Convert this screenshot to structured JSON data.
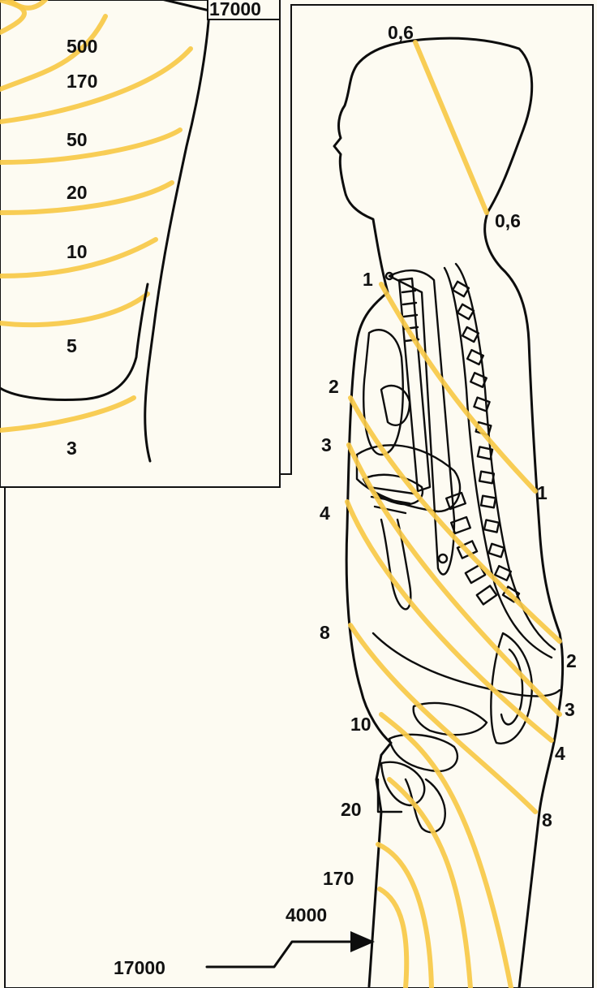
{
  "inset": {
    "isodose_labels": [
      "17000",
      "500",
      "170",
      "50",
      "20",
      "10",
      "5",
      "3"
    ]
  },
  "main": {
    "left_labels": [
      "0,6",
      "1",
      "2",
      "3",
      "4",
      "8",
      "10",
      "20",
      "170",
      "4000",
      "17000"
    ],
    "right_labels": [
      "0,6",
      "1",
      "2",
      "3",
      "4",
      "8"
    ]
  },
  "colors": {
    "isodose": "#f7c948",
    "outline": "#0d0d0d",
    "background": "#fdfbf2"
  },
  "icons": {
    "source_marker": "arrow-right-icon"
  }
}
